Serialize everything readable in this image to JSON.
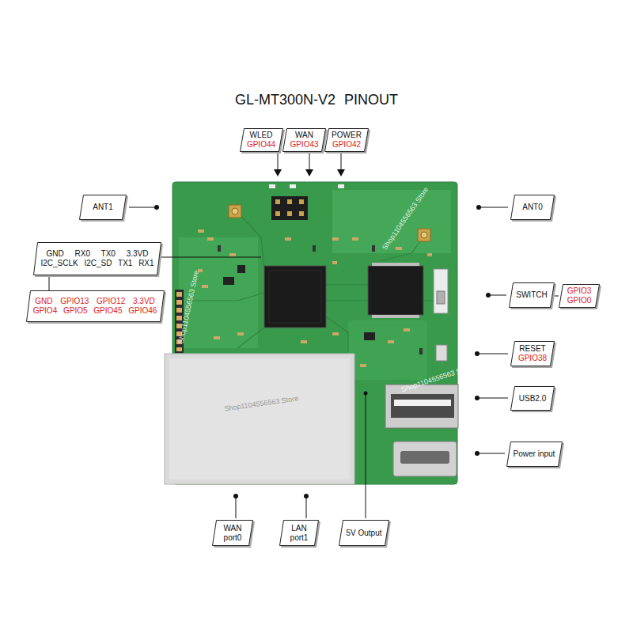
{
  "diagram": {
    "title": "GL-MT300N-V2 PINOUT",
    "nodes": [
      {
        "text": [
          "WLED",
          "GPIO44"
        ]
      },
      {
        "text": [
          "WAN",
          "GPIO43"
        ]
      },
      {
        "text": [
          "POWER",
          "GPIO42"
        ]
      },
      {
        "text": [
          "ANT1"
        ]
      },
      {
        "text": [
          "ANT0"
        ]
      },
      {
        "text": [
          "GND RX0 TX0 3.3VD",
          "I2C_SCLK I2C_SD TX1 RX1"
        ]
      },
      {
        "text": [
          "GND GPIO13 GPIO12 3.3VD",
          "GPIO4 GPIO5 GPIO45 GPIO46"
        ]
      },
      {
        "text": [
          "SWITCH"
        ]
      },
      {
        "text": [
          "GPIO3",
          "GPIO0"
        ]
      },
      {
        "text": [
          "RESET",
          "GPIO38"
        ]
      },
      {
        "text": [
          "USB2.0"
        ]
      },
      {
        "text": [
          "Power input"
        ]
      },
      {
        "text": [
          "WAN",
          "port0"
        ]
      },
      {
        "text": [
          "LAN",
          "port1"
        ]
      },
      {
        "text": [
          "5V Output"
        ]
      }
    ],
    "edges": [
      {
        "from": 5,
        "to": 6,
        "arrow": "none"
      },
      {
        "from": 7,
        "to": 8,
        "arrow": "none"
      }
    ],
    "labels": [
      "Shop1104556563 Store",
      "Shop1104556563 Store",
      "Shop1104556563 Store",
      "Shop1104556563 Store"
    ]
  }
}
